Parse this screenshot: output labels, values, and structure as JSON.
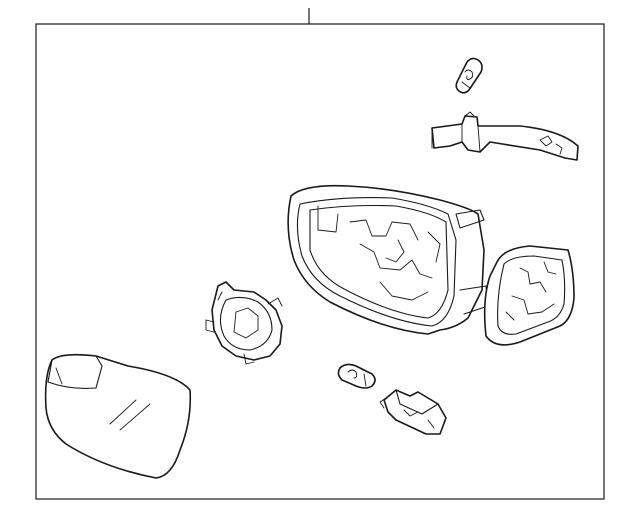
{
  "diagram": {
    "parts": [
      {
        "name": "bulb"
      },
      {
        "name": "puddle-lamp-bracket"
      },
      {
        "name": "mirror-housing"
      },
      {
        "name": "mirror-cover"
      },
      {
        "name": "mirror-actuator"
      },
      {
        "name": "mirror-glass"
      },
      {
        "name": "side-bulb"
      },
      {
        "name": "lamp-socket"
      }
    ],
    "colors": {
      "line": "#1a1a1a",
      "background": "#ffffff"
    }
  }
}
